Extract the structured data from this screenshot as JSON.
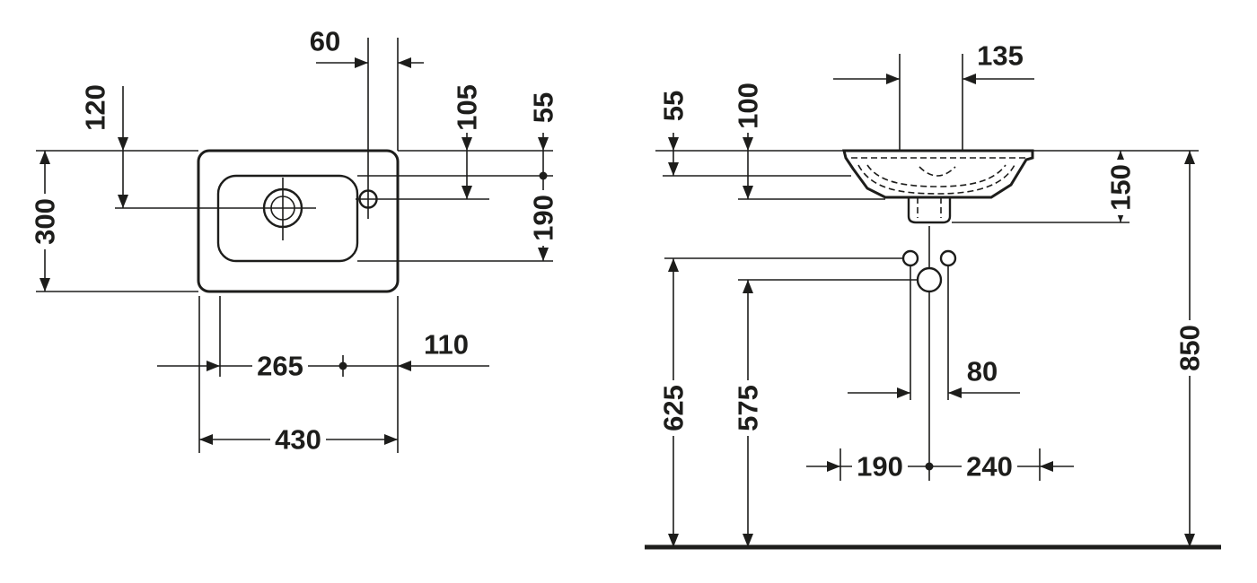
{
  "drawing": {
    "background_color": "#ffffff",
    "line_color": "#1d1d1b",
    "views": {
      "plan": {
        "dimensions": {
          "d60": "60",
          "d120": "120",
          "d105": "105",
          "d55": "55",
          "d300": "300",
          "d190": "190",
          "d265": "265",
          "d110": "110",
          "d430": "430"
        }
      },
      "front": {
        "dimensions": {
          "d135": "135",
          "d55": "55",
          "d100": "100",
          "d150": "150",
          "d625": "625",
          "d575": "575",
          "d80": "80",
          "d190": "190",
          "d240": "240",
          "d850": "850"
        }
      }
    }
  }
}
